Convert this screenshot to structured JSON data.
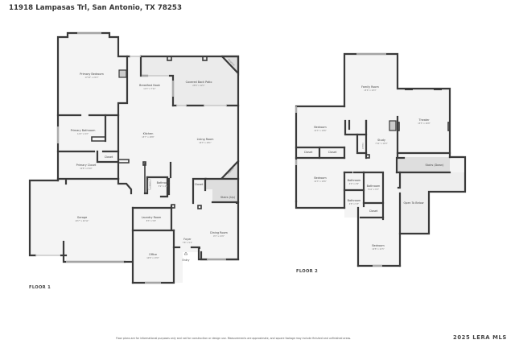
{
  "header": {
    "title": "11918 Lampasas Trl, San Antonio, TX 78253"
  },
  "floor1": {
    "label": "FLOOR 1",
    "rooms": {
      "primary_bedroom": {
        "name": "Primary Bedroom",
        "dims": "17'10\" x 21'2\""
      },
      "breakfast_nook": {
        "name": "Breakfast Nook",
        "dims": "11'3\" x 7'11\""
      },
      "covered_back_patio": {
        "name": "Covered Back Patio",
        "dims": "25'6\" x 12'1\""
      },
      "fireplace_top": {
        "name": "Fireplace"
      },
      "primary_bathroom": {
        "name": "Primary Bathroom",
        "dims": "12'2\" x 9'2\""
      },
      "kitchen": {
        "name": "Kitchen",
        "dims": "15'7\" x 18'8\""
      },
      "living_room": {
        "name": "Living Room",
        "dims": "16'3\" x 18'1\""
      },
      "closet_primary": {
        "name": "Closet"
      },
      "primary_closet": {
        "name": "Primary Closet",
        "dims": "10'8\" x 6'10\""
      },
      "closet_half": {
        "name": "Closet"
      },
      "bathroom": {
        "name": "Bathroom",
        "dims": "5'2\" x 4'9\""
      },
      "closet_stairs": {
        "name": "Closet"
      },
      "fireplace_living": {
        "name": "Fireplace"
      },
      "stairs_up": {
        "name": "Stairs (Up)"
      },
      "garage": {
        "name": "Garage",
        "dims": "20'7\" x 20'11\""
      },
      "laundry_room": {
        "name": "Laundry Room",
        "dims": "8'3\" x 5'9\""
      },
      "dining_room": {
        "name": "Dining Room",
        "dims": "9'3\" x 13'0\""
      },
      "foyer": {
        "name": "Foyer",
        "dims": "7'8\" x 5'1\""
      },
      "office": {
        "name": "Office",
        "dims": "10'6\" x 13'0\""
      },
      "entry": {
        "name": "Entry"
      }
    }
  },
  "floor2": {
    "label": "FLOOR 2",
    "rooms": {
      "family_room": {
        "name": "Family Room",
        "dims": "15'6\" x 19'3\""
      },
      "theater": {
        "name": "Theater",
        "dims": "13'5\" x 16'8\""
      },
      "bedroom_a": {
        "name": "Bedroom",
        "dims": "12'3\" x 10'6\""
      },
      "closet_a": {
        "name": "Closet"
      },
      "closet_b": {
        "name": "Closet"
      },
      "closet_c": {
        "name": "Closet"
      },
      "study": {
        "name": "Study",
        "dims": "7'11\" x 10'3\""
      },
      "stairs_down": {
        "name": "Stairs (Down)"
      },
      "bedroom_b": {
        "name": "Bedroom",
        "dims": "12'3\" x 10'6\""
      },
      "bathroom_a": {
        "name": "Bathroom",
        "dims": "4'9\" x 4'9\""
      },
      "bathroom_b": {
        "name": "Bathroom",
        "dims": "5'10\" x 8'3\""
      },
      "bathroom_c": {
        "name": "Bathroom",
        "dims": "4'8\" x 5'3\""
      },
      "closet_d": {
        "name": "Closet"
      },
      "open_to_below": {
        "name": "Open To Below"
      },
      "bedroom_c": {
        "name": "Bedroom",
        "dims": "10'8\" x 11'5\""
      }
    }
  },
  "footer": {
    "disclaimer": "Floor plans are for informational purposes only and not for construction or design use. Measurements are approximate, and square footage may include finished and unfinished areas.",
    "copyright": "2025 LERA MLS"
  }
}
